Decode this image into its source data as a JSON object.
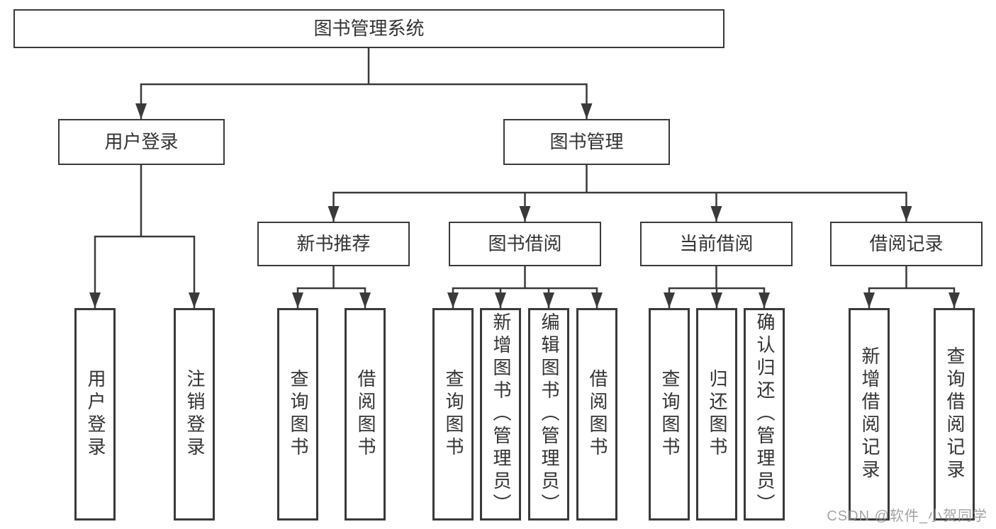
{
  "diagram": {
    "root": {
      "label": "图书管理系统"
    },
    "branches": [
      {
        "label": "用户登录",
        "children": [
          {
            "label": "用户登录"
          },
          {
            "label": "注销登录"
          }
        ]
      },
      {
        "label": "图书管理",
        "children": [
          {
            "label": "新书推荐",
            "children": [
              {
                "label": "查询图书"
              },
              {
                "label": "借阅图书"
              }
            ]
          },
          {
            "label": "图书借阅",
            "children": [
              {
                "label": "查询图书"
              },
              {
                "label": "新增图书（管理员）"
              },
              {
                "label": "编辑图书（管理员）"
              },
              {
                "label": "借阅图书"
              }
            ]
          },
          {
            "label": "当前借阅",
            "children": [
              {
                "label": "查询图书"
              },
              {
                "label": "归还图书"
              },
              {
                "label": "确认归还（管理员）"
              }
            ]
          },
          {
            "label": "借阅记录",
            "children": [
              {
                "label": "新增借阅记录"
              },
              {
                "label": "查询借阅记录"
              }
            ]
          }
        ]
      }
    ]
  },
  "watermark": {
    "text": "CSDN @软件_小贺同学"
  },
  "colors": {
    "line": "#3a3a3a",
    "box_border": "#3a3a3a",
    "box_background": "#ffffff",
    "text": "#333333",
    "watermark": "#949494"
  }
}
